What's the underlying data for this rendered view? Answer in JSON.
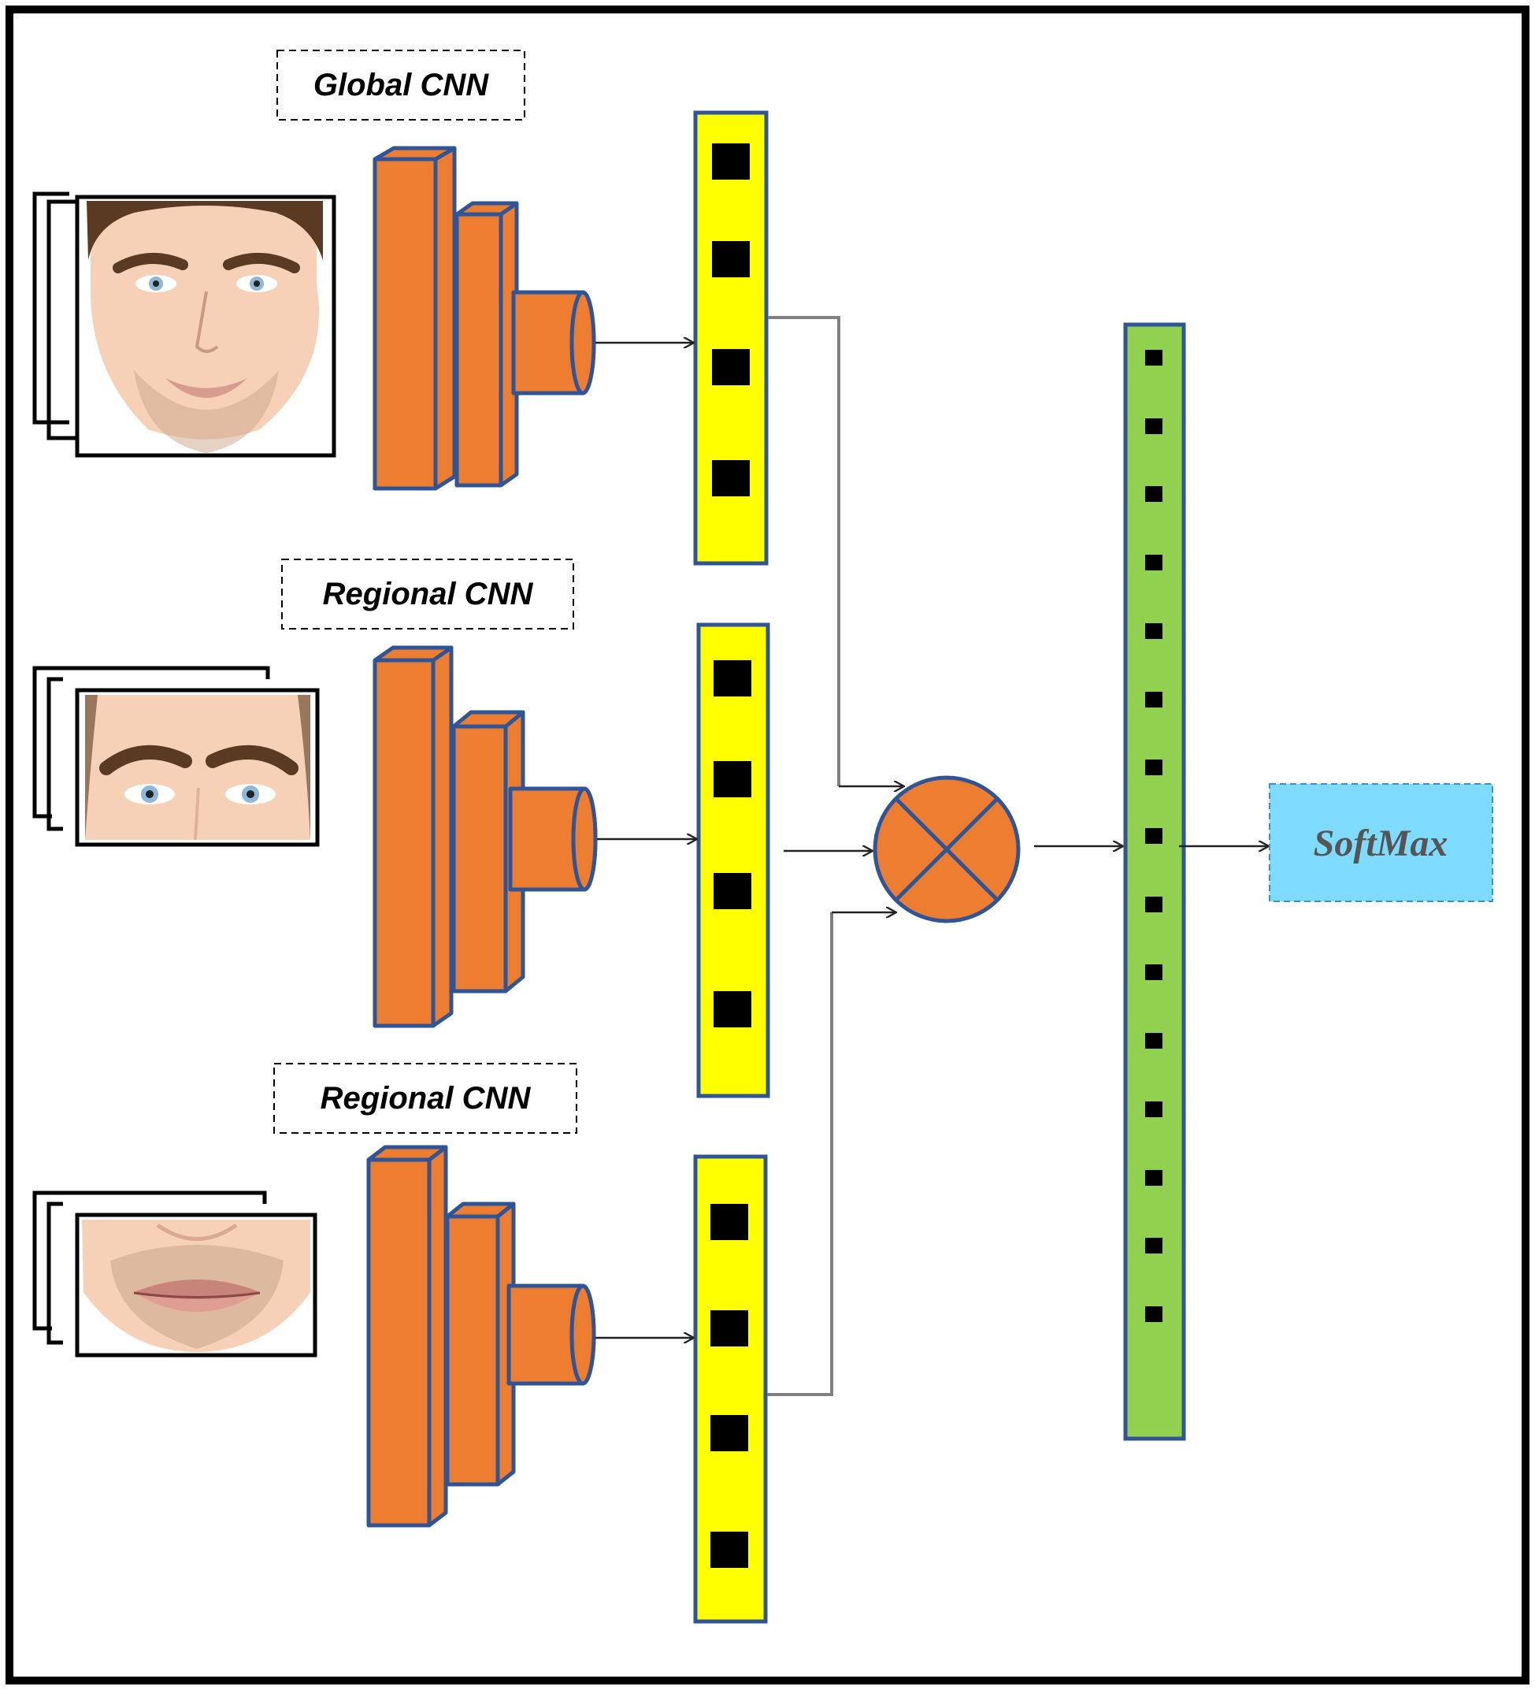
{
  "labels": {
    "global": "Global CNN",
    "regional_1": "Regional CNN",
    "regional_2": "Regional CNN",
    "softmax": "SoftMax"
  },
  "colors": {
    "cnn_fill": "#ED7D31",
    "block_stroke": "#2F5597",
    "feature_fill": "#FFFF00",
    "fused_fill": "#92D050",
    "softmax_fill": "#7FDBFF",
    "skin": "#F6D1B8",
    "hair": "#5A3A22",
    "iris": "#8FB8D8"
  },
  "icons": {
    "fusion": "multiply-circle-icon",
    "faces": [
      "full-face-image",
      "eyes-region-image",
      "mouth-region-image"
    ]
  },
  "fused_vector_cells": 15,
  "feature_vector_cells": 4
}
